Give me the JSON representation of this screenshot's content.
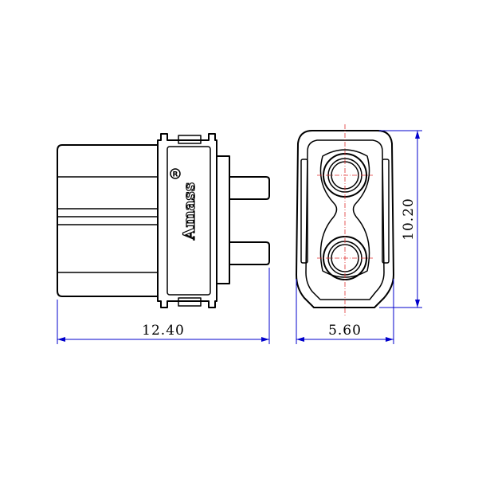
{
  "drawing": {
    "brand_text": "Amass",
    "registered_mark": "R",
    "dimensions": {
      "length": "12.40",
      "width": "5.60",
      "height": "10.20"
    },
    "colors": {
      "outline": "#000000",
      "dimension": "#0000cc",
      "centerline": "#e03030"
    }
  }
}
